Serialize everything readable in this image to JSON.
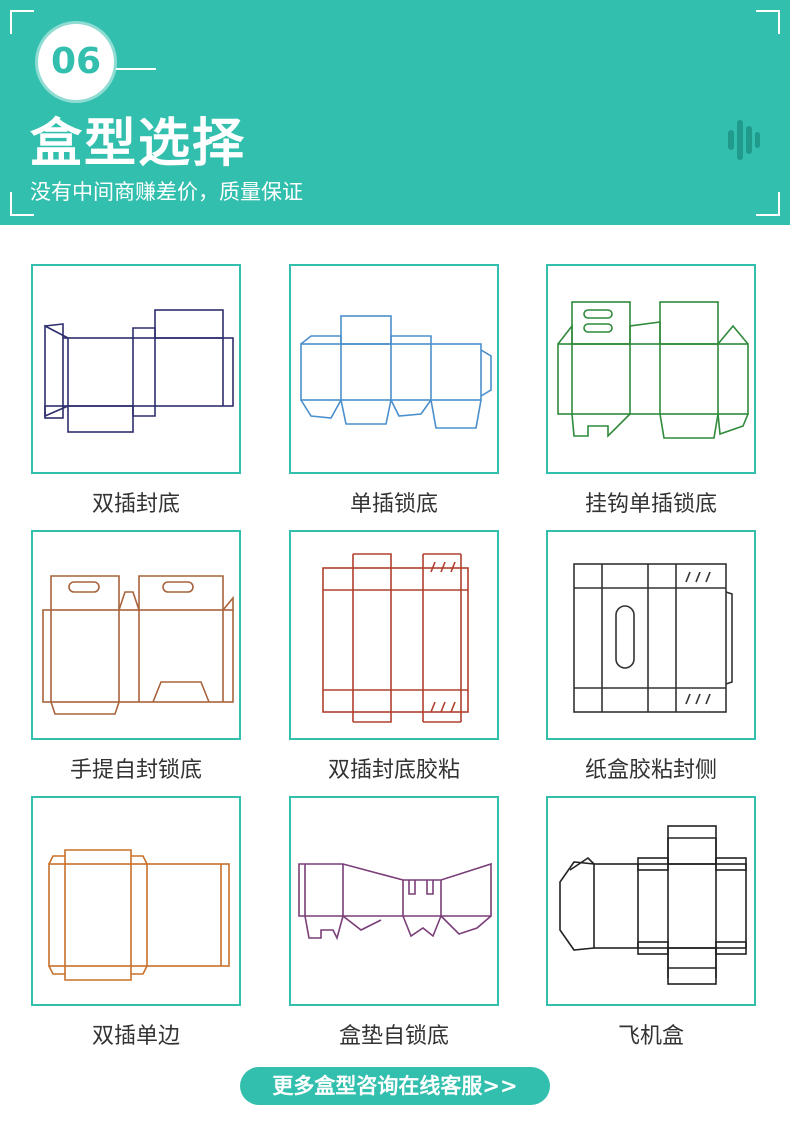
{
  "header": {
    "number": "06",
    "title": "盒型选择",
    "subtitle": "没有中间商赚差价，质量保证"
  },
  "box_types": [
    {
      "label": "双插封底",
      "color": "#2e2e6e"
    },
    {
      "label": "单插锁底",
      "color": "#4a8fcc"
    },
    {
      "label": "挂钩单插锁底",
      "color": "#2f8a3a"
    },
    {
      "label": "手提自封锁底",
      "color": "#a8633b"
    },
    {
      "label": "双插封底胶粘",
      "color": "#b0402e"
    },
    {
      "label": "纸盒胶粘封侧",
      "color": "#333333"
    },
    {
      "label": "双插单边",
      "color": "#c8702a"
    },
    {
      "label": "盒垫自锁底",
      "color": "#7a3e78"
    },
    {
      "label": "飞机盒",
      "color": "#222222"
    }
  ],
  "cta": {
    "label": "更多盒型咨询在线客服>>"
  },
  "colors": {
    "accent": "#33bfae",
    "text": "#333333"
  }
}
